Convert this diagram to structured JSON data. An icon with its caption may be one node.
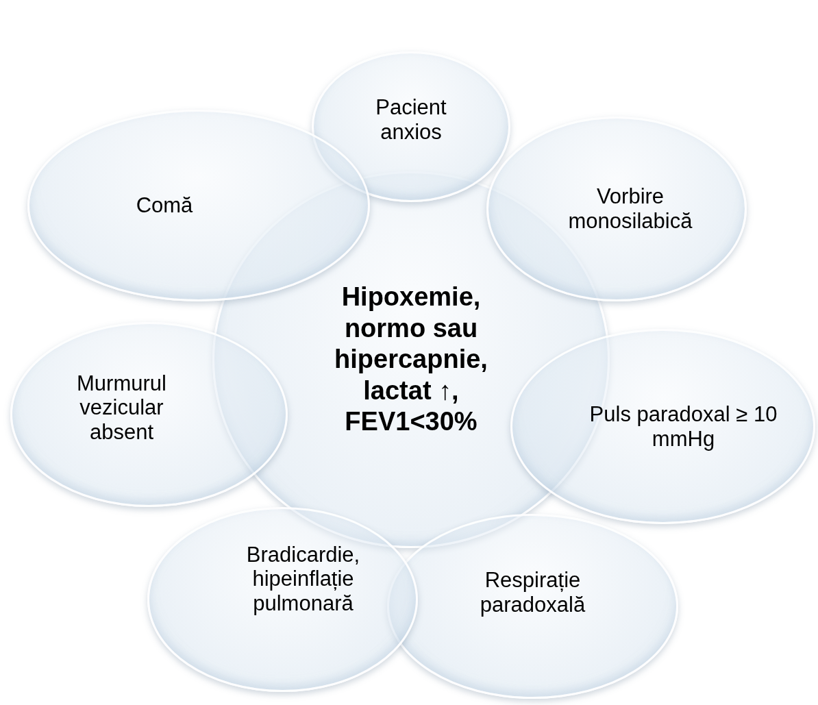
{
  "diagram": {
    "nodes": [
      {
        "text": [
          "Hipoxemie, normo sau hipercapnie, lactat ↑, FEV1<30%"
        ]
      },
      {
        "text": [
          "Pacient anxios"
        ]
      },
      {
        "text": [
          "Vorbire monosilabică"
        ]
      },
      {
        "text": [
          "Puls paradoxal ≥ 10 mmHg"
        ]
      },
      {
        "text": [
          "Respirație paradoxală"
        ]
      },
      {
        "text": [
          "Bradicardie, hipeinflație pulmonară"
        ]
      },
      {
        "text": [
          "Murmurul vezicular absent"
        ]
      },
      {
        "text": [
          "Comă"
        ]
      }
    ]
  }
}
